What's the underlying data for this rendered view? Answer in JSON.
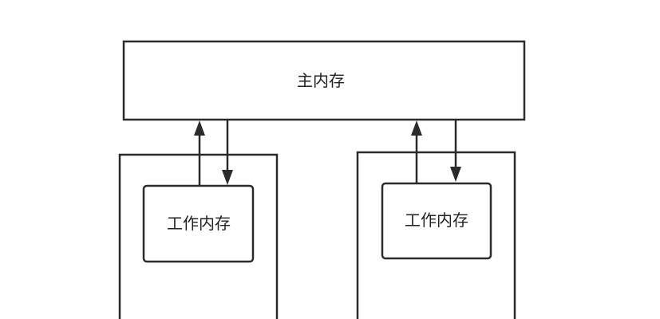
{
  "diagram": {
    "main_memory": {
      "label": "主内存"
    },
    "thread_a": {
      "working_memory_label": "工作内存"
    },
    "thread_b": {
      "working_memory_label": "工作内存"
    }
  }
}
